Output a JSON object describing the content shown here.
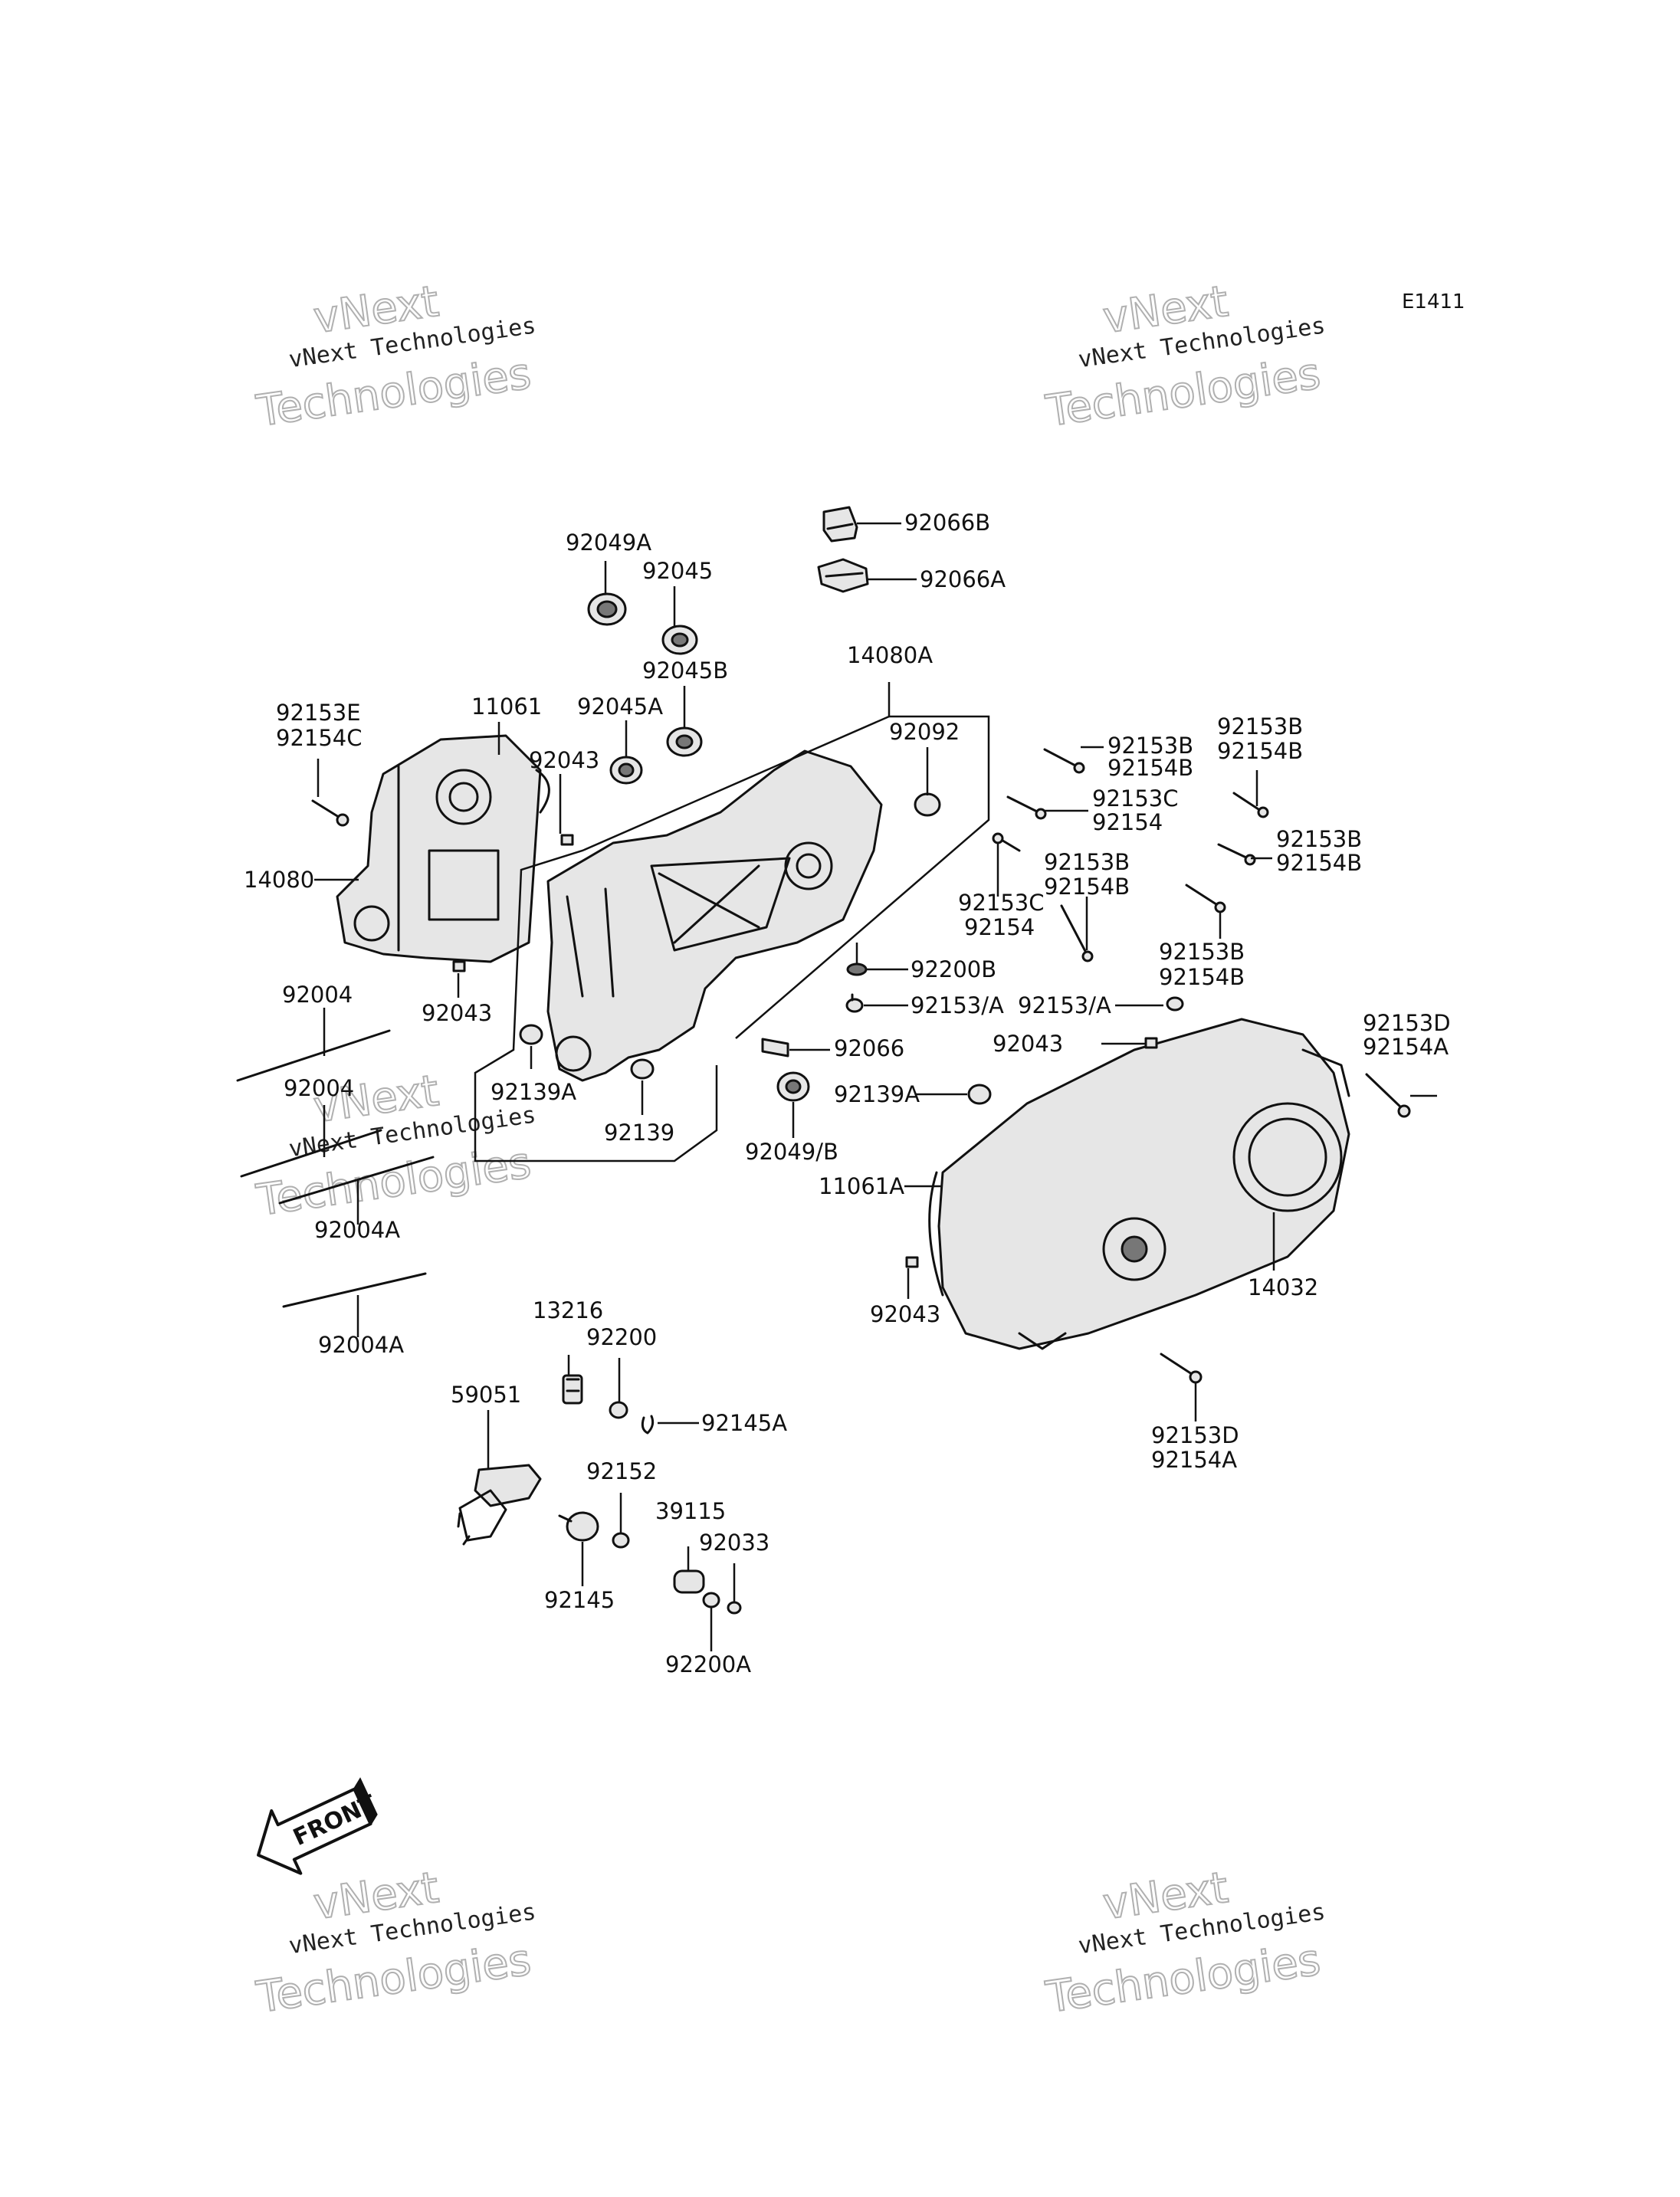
{
  "diagram_code": "E1411",
  "watermark": {
    "line1": "vNext",
    "line2": "vNext Technologies",
    "line3": "Technologies"
  },
  "front_label": "FRONT",
  "callouts": {
    "p92066B": "92066B",
    "p92066A": "92066A",
    "p92049A": "92049A",
    "p92045": "92045",
    "p92045B": "92045B",
    "p14080A": "14080A",
    "p92153E": "92153E",
    "p92154C": "92154C",
    "p11061": "11061",
    "p92045A": "92045A",
    "p92092": "92092",
    "p92043_a": "92043",
    "p92153B_1": "92153B",
    "p92154B_1": "92154B",
    "p92153B_2": "92153B",
    "p92154B_2": "92154B",
    "p92153C_1": "92153C",
    "p92154_1": "92154",
    "p92153B_3": "92153B",
    "p92154B_3": "92154B",
    "p14080": "14080",
    "p92153B_4": "92153B",
    "p92154B_4": "92154B",
    "p92153C_2": "92153C",
    "p92154_2": "92154",
    "p92153B_5": "92153B",
    "p92154B_5": "92154B",
    "p92200B": "92200B",
    "p92004_1": "92004",
    "p92043_b": "92043",
    "p92153A_1": "92153/A",
    "p92153A_2": "92153/A",
    "p92153D_1": "92153D",
    "p92154A_1": "92154A",
    "p92043_c": "92043",
    "p92066": "92066",
    "p92004_2": "92004",
    "p92139A_1": "92139A",
    "p92139A_2": "92139A",
    "p92139": "92139",
    "p92049B": "92049/B",
    "p11061A": "11061A",
    "p92004A_1": "92004A",
    "p14032": "14032",
    "p92043_d": "92043",
    "p92004A_2": "92004A",
    "p13216": "13216",
    "p92200": "92200",
    "p59051": "59051",
    "p92145A": "92145A",
    "p92153D_2": "92153D",
    "p92154A_2": "92154A",
    "p92152": "92152",
    "p39115": "39115",
    "p92033": "92033",
    "p92145": "92145",
    "p92200A": "92200A"
  }
}
